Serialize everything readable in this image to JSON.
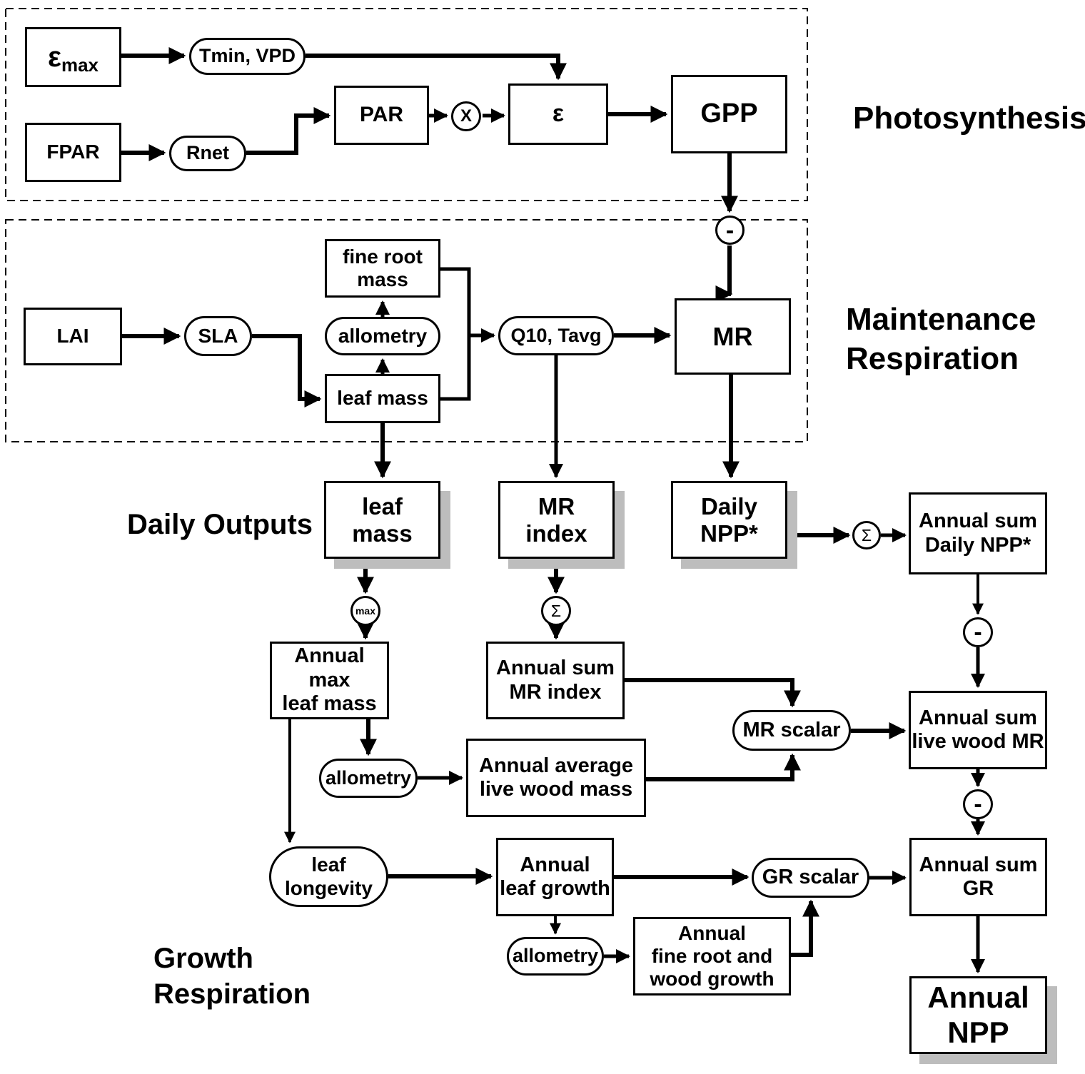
{
  "diagram": {
    "title_sections": {
      "photosynthesis": "Photosynthesis",
      "maintenance_respiration": "Maintenance\nRespiration",
      "daily_outputs": "Daily Outputs",
      "growth_respiration": "Growth\nRespiration"
    },
    "nodes": {
      "emax": {
        "symbol": "ε",
        "subscript": "max"
      },
      "tmin_vpd": {
        "label": "Tmin, VPD"
      },
      "fpar": {
        "label": "FPAR"
      },
      "rnet": {
        "label": "Rnet"
      },
      "par": {
        "label": "PAR"
      },
      "x_op": {
        "label": "X"
      },
      "epsilon": {
        "label": "ε"
      },
      "gpp": {
        "label": "GPP"
      },
      "minus1": {
        "label": "-"
      },
      "fine_root_mass": {
        "label": "fine root\nmass"
      },
      "lai": {
        "label": "LAI"
      },
      "sla": {
        "label": "SLA"
      },
      "allometry1": {
        "label": "allometry"
      },
      "leaf_mass": {
        "label": "leaf mass"
      },
      "q10_tavg": {
        "label": "Q10, Tavg"
      },
      "mr": {
        "label": "MR"
      },
      "leaf_mass_daily": {
        "label": "leaf\nmass"
      },
      "mr_index": {
        "label": "MR\nindex"
      },
      "daily_npp": {
        "label": "Daily\nNPP*"
      },
      "sigma1": {
        "label": "Σ"
      },
      "annual_sum_daily_npp": {
        "label": "Annual sum\nDaily NPP*"
      },
      "max_op": {
        "label": "max"
      },
      "sigma2": {
        "label": "Σ"
      },
      "minus2": {
        "label": "-"
      },
      "annual_max_leaf_mass": {
        "label": "Annual max\nleaf mass"
      },
      "annual_sum_mr_index": {
        "label": "Annual sum\nMR index"
      },
      "mr_scalar": {
        "label": "MR scalar"
      },
      "annual_sum_live_wood_mr": {
        "label": "Annual sum\nlive wood MR"
      },
      "allometry2": {
        "label": "allometry"
      },
      "annual_avg_live_wood_mass": {
        "label": "Annual average\nlive wood mass"
      },
      "minus3": {
        "label": "-"
      },
      "leaf_longevity": {
        "label": "leaf\nlongevity"
      },
      "annual_leaf_growth": {
        "label": "Annual\nleaf growth"
      },
      "gr_scalar": {
        "label": "GR scalar"
      },
      "allometry3": {
        "label": "allometry"
      },
      "annual_fine_root_wood_growth": {
        "label": "Annual\nfine root and\nwood growth"
      },
      "annual_sum_gr": {
        "label": "Annual sum\nGR"
      },
      "annual_npp": {
        "label": "Annual\nNPP"
      }
    },
    "colors": {
      "ink": "#000000",
      "background": "#ffffff",
      "shadow": "#bdbdbd"
    }
  }
}
